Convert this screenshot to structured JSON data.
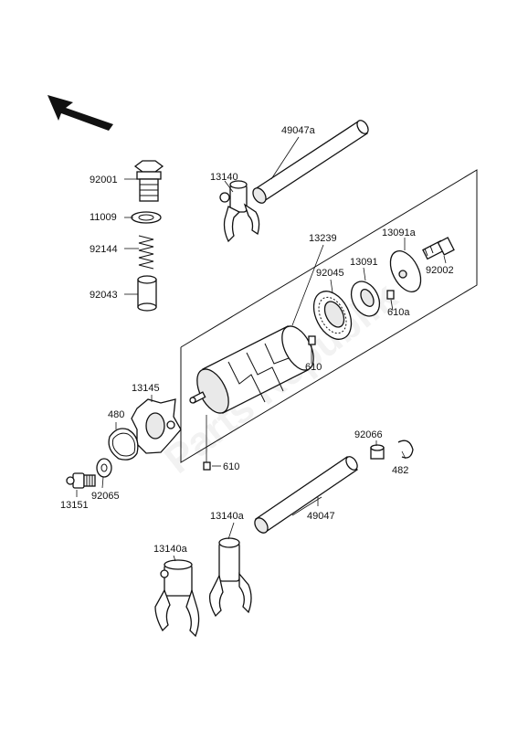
{
  "diagram": {
    "parts": {
      "p49047a": "49047a",
      "p13140": "13140",
      "p92001": "92001",
      "p11009": "11009",
      "p92144": "92144",
      "p92043": "92043",
      "p13239": "13239",
      "p13091a": "13091a",
      "p13091": "13091",
      "p92045": "92045",
      "p92002": "92002",
      "p610a": "610a",
      "p610_upper": "610",
      "p13145": "13145",
      "p480": "480",
      "p610_lower": "610",
      "p92066": "92066",
      "p482": "482",
      "p13151": "13151",
      "p92065": "92065",
      "p13140a_right": "13140a",
      "p49047": "49047",
      "p13140a_left": "13140a"
    },
    "watermark": "Parts Republik"
  }
}
